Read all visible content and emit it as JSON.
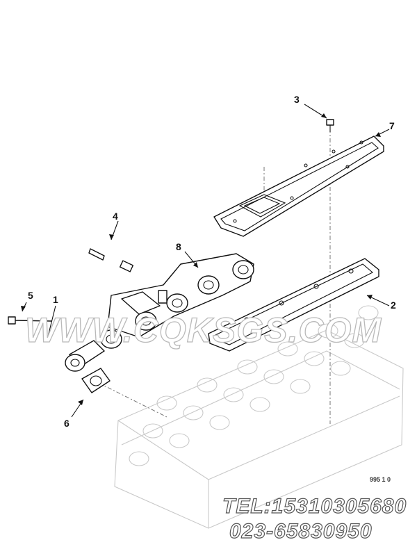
{
  "callouts": [
    {
      "label": "1"
    },
    {
      "label": "2"
    },
    {
      "label": "3"
    },
    {
      "label": "4"
    },
    {
      "label": "5"
    },
    {
      "label": "6"
    },
    {
      "label": "7"
    },
    {
      "label": "8"
    }
  ],
  "watermark": "WWW.CQKSGS.COM",
  "contact": {
    "tel": "TEL:15310305680",
    "phone": "023-65830950"
  },
  "ref_code": "995 1 0"
}
